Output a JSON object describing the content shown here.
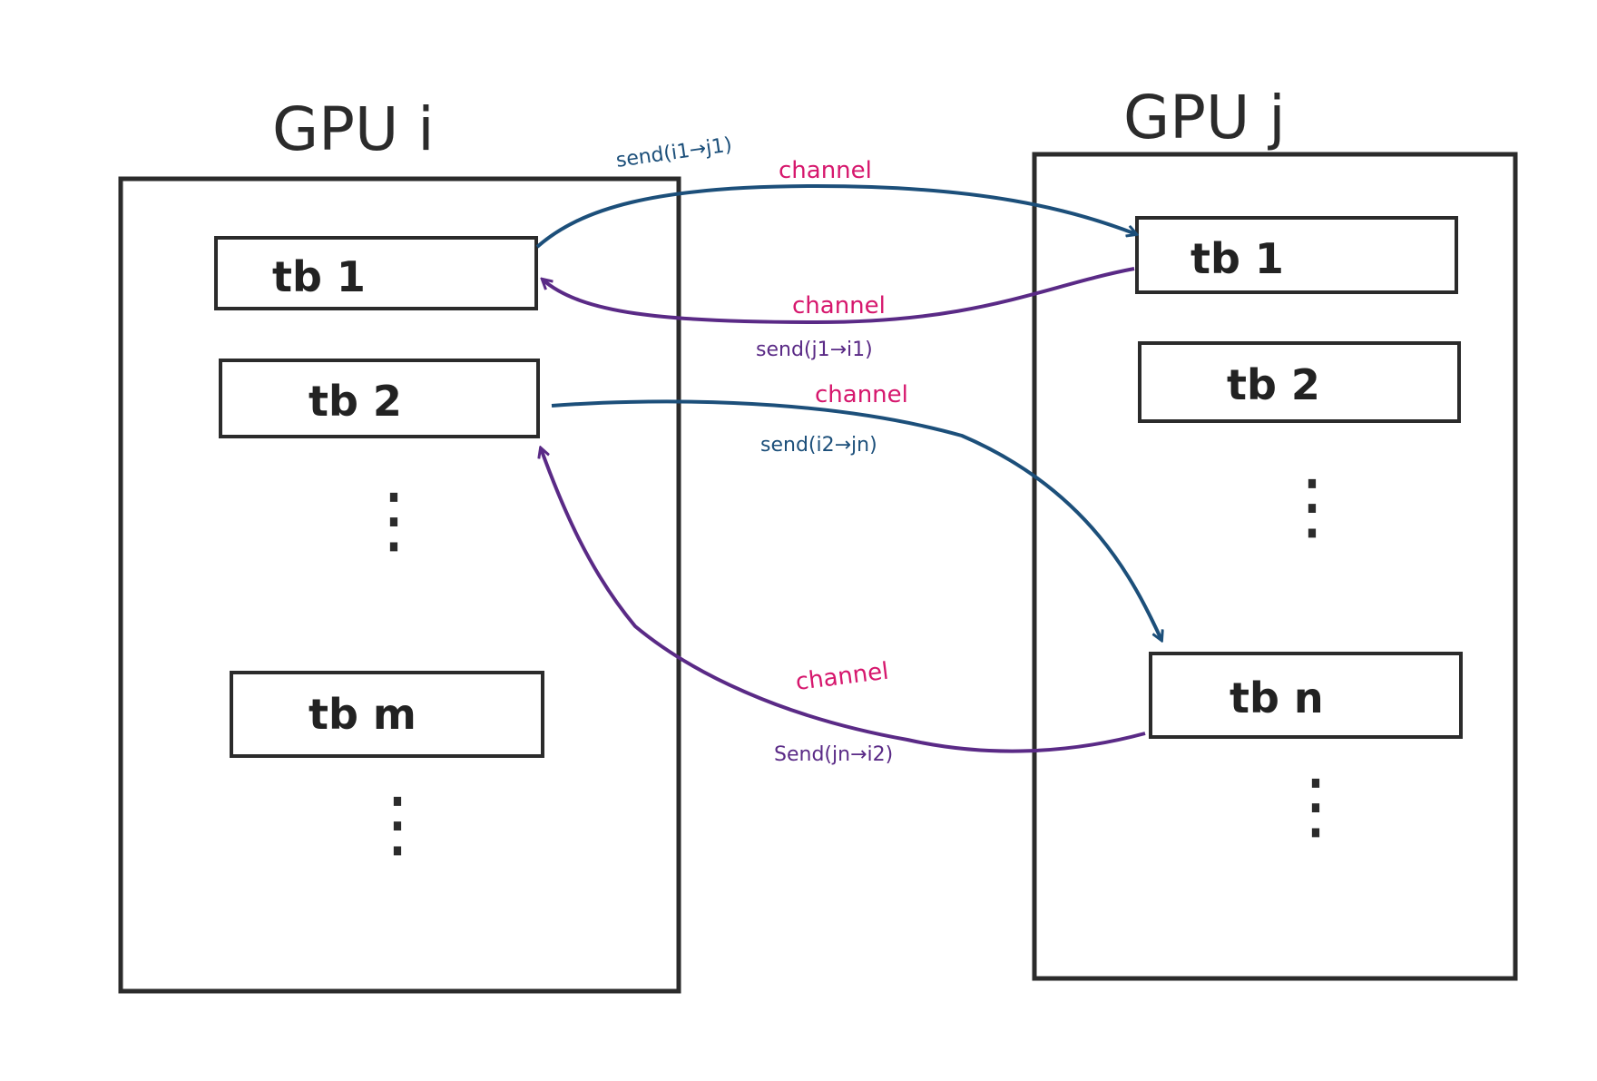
{
  "gpus": [
    {
      "title": "GPU  i",
      "blocks": [
        "tb 1",
        "tb 2",
        "tb m"
      ],
      "ellipsis": [
        "⋮",
        "⋮"
      ]
    },
    {
      "title": "GPU  j",
      "blocks": [
        "tb 1",
        "tb 2",
        "tb n"
      ],
      "ellipsis": [
        "⋮",
        "⋮"
      ]
    }
  ],
  "channels": [
    {
      "channel_label": "channel",
      "send_label": "send(i1→j1)"
    },
    {
      "channel_label": "channel",
      "send_label": "send(j1→i1)"
    },
    {
      "channel_label": "channel",
      "send_label": "send(i2→jn)"
    },
    {
      "channel_label": "channel",
      "send_label": "Send(jn→i2)"
    }
  ],
  "colors": {
    "outline": "#2b2b2b",
    "blue_arrow": "#1c4f7a",
    "purple_arrow": "#5a2a86",
    "channel_text": "#d6176d"
  }
}
